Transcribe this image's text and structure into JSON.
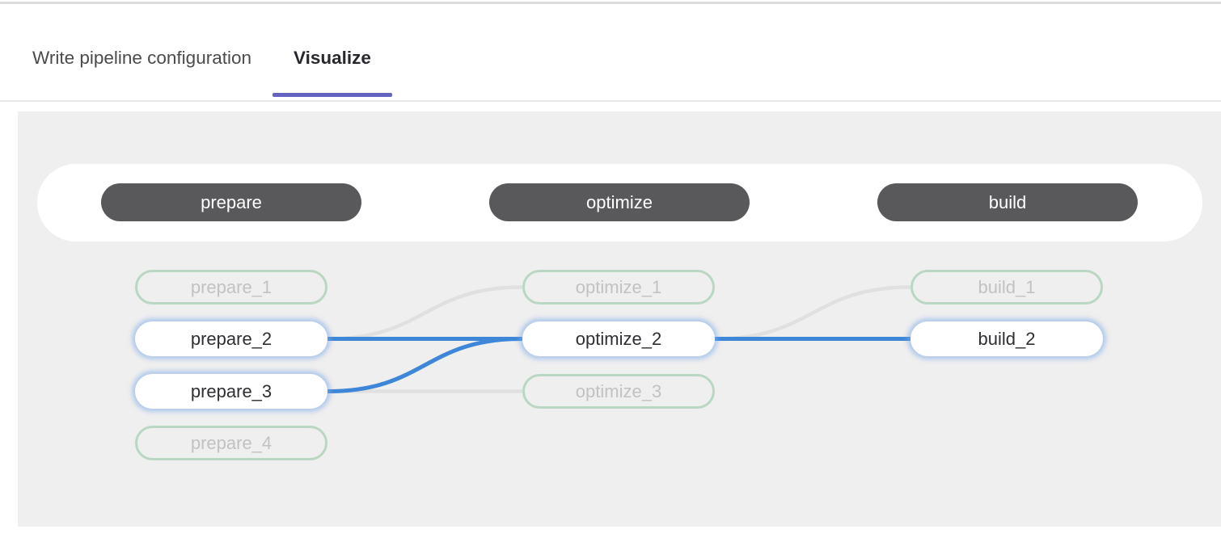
{
  "tabs": [
    {
      "label": "Write pipeline configuration",
      "active": false
    },
    {
      "label": "Visualize",
      "active": true
    }
  ],
  "pipeline": {
    "stages": [
      {
        "name": "prepare",
        "jobs": [
          {
            "name": "prepare_1",
            "highlighted": false
          },
          {
            "name": "prepare_2",
            "highlighted": true
          },
          {
            "name": "prepare_3",
            "highlighted": true
          },
          {
            "name": "prepare_4",
            "highlighted": false
          }
        ]
      },
      {
        "name": "optimize",
        "jobs": [
          {
            "name": "optimize_1",
            "highlighted": false
          },
          {
            "name": "optimize_2",
            "highlighted": true
          },
          {
            "name": "optimize_3",
            "highlighted": false
          }
        ]
      },
      {
        "name": "build",
        "jobs": [
          {
            "name": "build_1",
            "highlighted": false
          },
          {
            "name": "build_2",
            "highlighted": true
          }
        ]
      }
    ],
    "edges": [
      {
        "from": "prepare_2",
        "to": "optimize_1",
        "highlighted": false
      },
      {
        "from": "prepare_3",
        "to": "optimize_3",
        "highlighted": false
      },
      {
        "from": "optimize_2",
        "to": "build_1",
        "highlighted": false
      },
      {
        "from": "prepare_2",
        "to": "optimize_2",
        "highlighted": true
      },
      {
        "from": "prepare_3",
        "to": "optimize_2",
        "highlighted": true
      },
      {
        "from": "optimize_2",
        "to": "build_2",
        "highlighted": true
      }
    ]
  },
  "colors": {
    "tab_underline": "#6464c0",
    "canvas_bg": "#efefef",
    "stage_pill_bg": "#59595b",
    "idle_node_border": "#b9d7c3",
    "idle_node_text": "#c2c2c2",
    "highlight_link": "#3e86d8",
    "idle_link": "#e0e0e0",
    "node_glow": "rgba(125,172,232,0.55)"
  }
}
